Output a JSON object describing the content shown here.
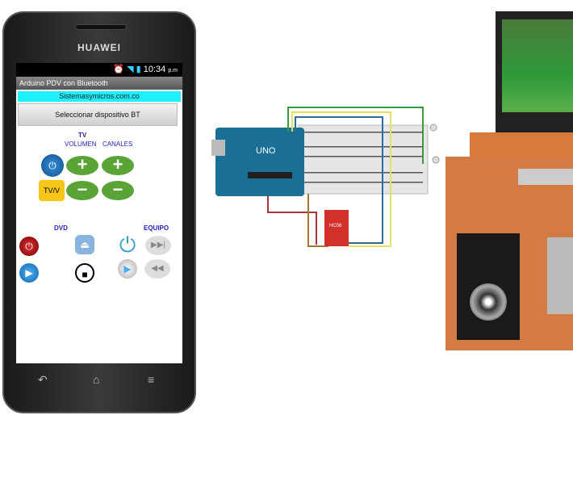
{
  "phone": {
    "brand": "HUAWEI",
    "status_time": "10:34",
    "status_ampm": "p.m",
    "app_title": "Arduino PDV con Bluetooth",
    "site_banner": "Sistemasymicros.com.co",
    "select_button": "Seleccionar dispositivo BT",
    "tv": {
      "heading": "TV",
      "volume_label": "VOLUMEN",
      "channels_label": "CANALES",
      "tv_av_button": "TV/V",
      "plus": "+",
      "minus": "−"
    },
    "dvd": {
      "heading": "DVD"
    },
    "equipo": {
      "heading": "EQUIPO"
    },
    "nav": [
      "back-icon",
      "home-icon",
      "menu-icon"
    ]
  },
  "diagram": {
    "module_label": "HC06",
    "board_label": "UNO"
  },
  "colors": {
    "cyan_banner": "#1ef0ff",
    "green_buttons": "#5aa336",
    "tv_av_yellow": "#f5c518",
    "label_blue": "#2222bb"
  }
}
